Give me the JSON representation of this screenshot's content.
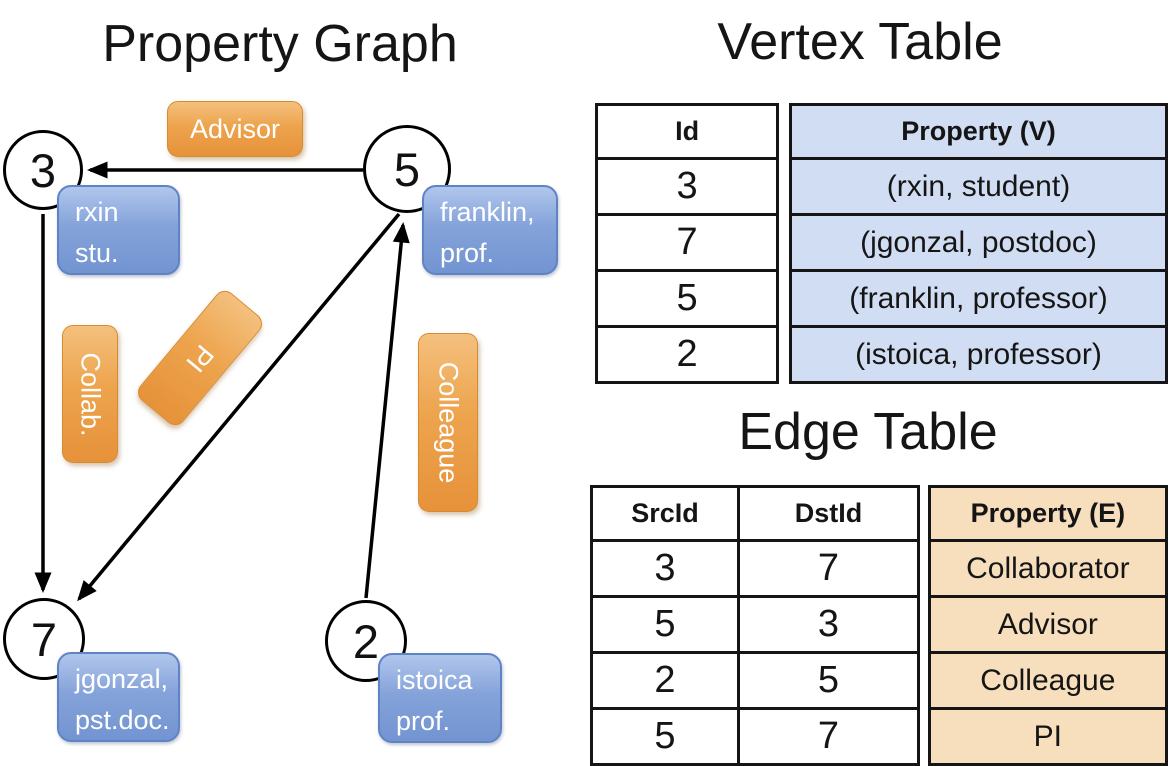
{
  "graph": {
    "title": "Property Graph",
    "nodes": [
      {
        "label": "3"
      },
      {
        "label": "5"
      },
      {
        "label": "7"
      },
      {
        "label": "2"
      }
    ],
    "property_boxes": [
      {
        "line1": "rxin",
        "line2": "stu."
      },
      {
        "line1": "franklin,",
        "line2": "prof."
      },
      {
        "line1": "jgonzal,",
        "line2": "pst.doc."
      },
      {
        "line1": "istoica",
        "line2": "prof."
      }
    ],
    "edge_labels": [
      {
        "label": "Advisor"
      },
      {
        "label": "Collab."
      },
      {
        "label": "PI"
      },
      {
        "label": "Colleague"
      }
    ]
  },
  "vertex_table": {
    "title": "Vertex Table",
    "headers": {
      "id": "Id",
      "property": "Property (V)"
    },
    "rows": [
      {
        "id": "3",
        "property": "(rxin, student)"
      },
      {
        "id": "7",
        "property": "(jgonzal, postdoc)"
      },
      {
        "id": "5",
        "property": "(franklin, professor)"
      },
      {
        "id": "2",
        "property": "(istoica, professor)"
      }
    ]
  },
  "edge_table": {
    "title": "Edge Table",
    "headers": {
      "src": "SrcId",
      "dst": "DstId",
      "property": "Property (E)"
    },
    "rows": [
      {
        "src": "3",
        "dst": "7",
        "property": "Collaborator"
      },
      {
        "src": "5",
        "dst": "3",
        "property": "Advisor"
      },
      {
        "src": "2",
        "dst": "5",
        "property": "Colleague"
      },
      {
        "src": "5",
        "dst": "7",
        "property": "PI"
      }
    ]
  },
  "colors": {
    "vertex_box": "#7b9cd6",
    "edge_label": "#eda04b",
    "vertex_property_bg": "#d0ddf2",
    "edge_property_bg": "#f7dfbe",
    "line": "#000000"
  }
}
